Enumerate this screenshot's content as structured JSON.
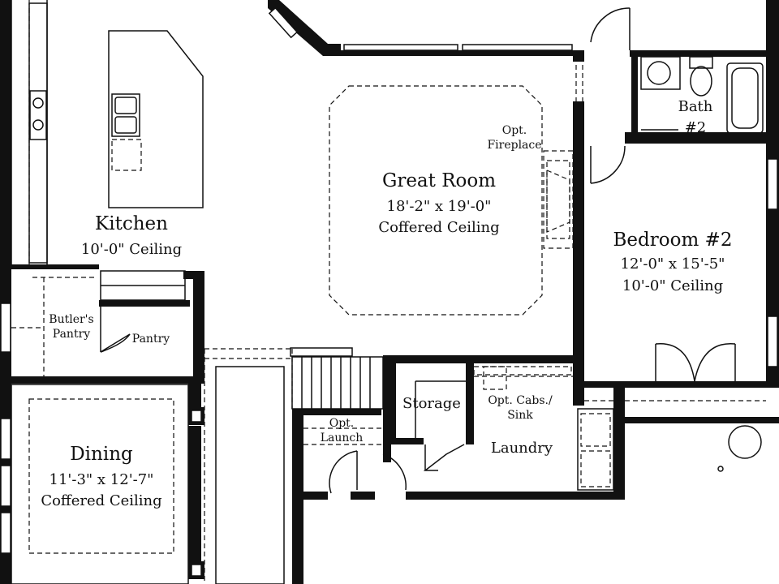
{
  "rooms": {
    "kitchen": {
      "name": "Kitchen",
      "ceiling": "10'-0\" Ceiling"
    },
    "great_room": {
      "name": "Great Room",
      "dims": "18'-2\" x 19'-0\"",
      "ceiling": "Coffered Ceiling"
    },
    "opt_fireplace": {
      "line1": "Opt.",
      "line2": "Fireplace"
    },
    "bath2": {
      "line1": "Bath",
      "line2": "#2"
    },
    "bedroom2": {
      "name": "Bedroom #2",
      "dims": "12'-0\" x 15'-5\"",
      "ceiling": "10'-0\" Ceiling"
    },
    "butlers_pantry": {
      "line1": "Butler's",
      "line2": "Pantry"
    },
    "pantry": {
      "name": "Pantry"
    },
    "storage": {
      "name": "Storage"
    },
    "opt_launch": {
      "line1": "Opt.",
      "line2": "Launch"
    },
    "opt_cabs": {
      "line1": "Opt. Cabs./",
      "line2": "Sink"
    },
    "laundry": {
      "name": "Laundry"
    },
    "dining": {
      "name": "Dining",
      "dims": "11'-3\" x 12'-7\"",
      "ceiling": "Coffered Ceiling"
    }
  },
  "colors": {
    "wall": "#111111",
    "background": "#ffffff"
  }
}
